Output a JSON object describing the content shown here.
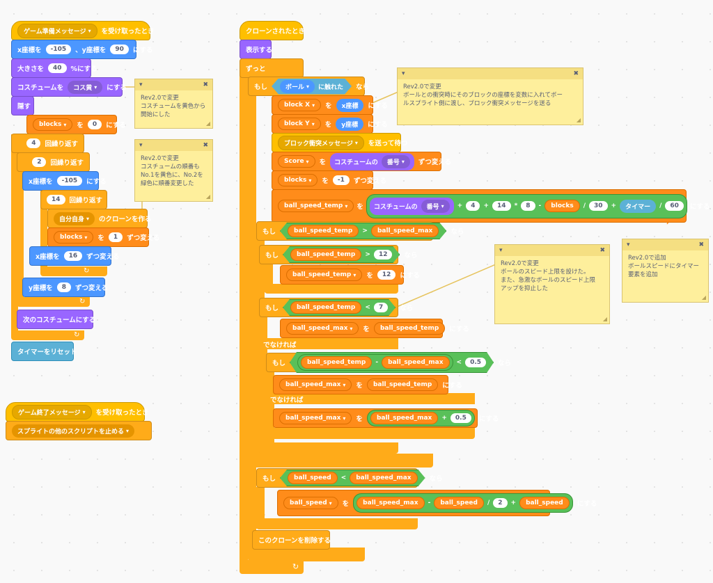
{
  "script_left": {
    "hat_game_ready": {
      "dropdown": "ゲーム準備メッセージ",
      "suffix": "を受け取ったとき"
    },
    "goto_xy": {
      "prefix": "x座標を",
      "x": "-105",
      "mid": "、y座標を",
      "y": "90",
      "suffix": "にする"
    },
    "set_size": {
      "prefix": "大きさを",
      "value": "40",
      "suffix": "%にする"
    },
    "set_costume": {
      "prefix": "コスチュームを",
      "dropdown": "コス黄",
      "suffix": "にする"
    },
    "hide": "隠す",
    "set_blocks": {
      "dropdown": "blocks",
      "mid": "を",
      "value": "0",
      "suffix": "にする"
    },
    "repeat_outer": {
      "value": "4",
      "suffix": "回繰り返す"
    },
    "repeat_mid": {
      "value": "2",
      "suffix": "回繰り返す"
    },
    "set_x": {
      "prefix": "x座標を",
      "value": "-105",
      "suffix": "にする"
    },
    "repeat_inner": {
      "value": "14",
      "suffix": "回繰り返す"
    },
    "create_clone": {
      "dropdown": "自分自身",
      "suffix": "のクローンを作る"
    },
    "change_blocks": {
      "dropdown": "blocks",
      "mid": "を",
      "value": "1",
      "suffix": "ずつ変える"
    },
    "change_x": {
      "prefix": "x座標を",
      "value": "16",
      "suffix": "ずつ変える"
    },
    "change_y": {
      "prefix": "y座標を",
      "value": "8",
      "suffix": "ずつ変える"
    },
    "next_costume": "次のコスチュームにする",
    "reset_timer": "タイマーをリセット",
    "loop_arrow": "↻"
  },
  "script_left2": {
    "hat_game_over": {
      "dropdown": "ゲーム終了メッセージ",
      "suffix": "を受け取ったとき"
    },
    "stop": {
      "dropdown": "スプライトの他のスクリプトを止める"
    }
  },
  "script_right": {
    "hat_clone": "クローンされたとき",
    "show": "表示する",
    "forever": "ずっと",
    "if1": {
      "if": "もし",
      "sensor": "ボール",
      "touching": "に触れた",
      "then": "なら"
    },
    "set_blockx": {
      "dropdown": "block X",
      "mid": "を",
      "reporter": "x座標",
      "suffix": "にする"
    },
    "set_blocky": {
      "dropdown": "block Y",
      "mid": "を",
      "reporter": "y座標",
      "suffix": "にする"
    },
    "broadcast": {
      "dropdown": "ブロック衝突メッセージ",
      "suffix": "を送って待つ"
    },
    "change_score": {
      "dropdown": "Score",
      "mid": "を",
      "costume": "コスチュームの",
      "prop": "番号",
      "suffix": "ずつ変える"
    },
    "change_blocks": {
      "dropdown": "blocks",
      "mid": "を",
      "value": "-1",
      "suffix": "ずつ変える"
    },
    "set_bst": {
      "dropdown": "ball_speed_temp",
      "mid": "を",
      "costume": "コスチュームの",
      "prop": "番号",
      "plus": "+",
      "v4": "4",
      "v14": "14",
      "times": "*",
      "v8": "8",
      "minus": "-",
      "blocks": "blocks",
      "div": "/",
      "v30": "30",
      "timer": "タイマー",
      "v60": "60",
      "suffix": "にする"
    },
    "if2": {
      "if": "もし",
      "a": "ball_speed_temp",
      "op": ">",
      "b": "ball_speed_max",
      "then": "なら"
    },
    "if3": {
      "if": "もし",
      "a": "ball_speed_temp",
      "op": ">",
      "b": "12",
      "then": "なら"
    },
    "set_bst12": {
      "dropdown": "ball_speed_temp",
      "mid": "を",
      "value": "12",
      "suffix": "にする"
    },
    "if4": {
      "if": "もし",
      "a": "ball_speed_temp",
      "op": "<",
      "b": "7",
      "then": "なら"
    },
    "set_bsmax": {
      "dropdown": "ball_speed_max",
      "mid": "を",
      "reporter": "ball_speed_temp",
      "suffix": "にする"
    },
    "else1": "でなければ",
    "if5": {
      "if": "もし",
      "a": "ball_speed_temp",
      "minus": "-",
      "b": "ball_speed_max",
      "op": "<",
      "c": "0.5",
      "then": "なら"
    },
    "set_bsmax2": {
      "dropdown": "ball_speed_max",
      "mid": "を",
      "reporter": "ball_speed_temp",
      "suffix": "にする"
    },
    "else2": "でなければ",
    "set_bsmax3": {
      "dropdown": "ball_speed_max",
      "mid": "を",
      "reporter": "ball_speed_max",
      "plus": "+",
      "value": "0.5",
      "suffix": "にする"
    },
    "if6": {
      "if": "もし",
      "a": "ball_speed",
      "op": "<",
      "b": "ball_speed_max",
      "then": "なら"
    },
    "set_bs": {
      "dropdown": "ball_speed",
      "mid": "を",
      "a": "ball_speed_max",
      "minus": "-",
      "b": "ball_speed",
      "div": "/",
      "two": "2",
      "plus": "+",
      "c": "ball_speed",
      "suffix": "にする"
    },
    "delete_clone": "このクローンを削除する",
    "loop_arrow": "↻"
  },
  "notes": [
    {
      "header_arrow": "▾",
      "close": "✖",
      "text": "Rev2.0で変更\nコスチュームを黄色から\n開始にした"
    },
    {
      "header_arrow": "▾",
      "close": "✖",
      "text": "Rev2.0で変更\nコスチュームの順番も\nNo.1を黄色に、No.2を\n緑色に順番変更した"
    },
    {
      "header_arrow": "▾",
      "close": "✖",
      "text": "Rev2.0で変更\nボールとの衝突時にそのブロックの座標を変数に入れてボー\nルスプライト側に渡し、ブロック衝突メッセージを送る"
    },
    {
      "header_arrow": "▾",
      "close": "✖",
      "text": "Rev2.0で変更\nボールのスピード上限を設けた。\nまた、急激なボールのスピード上限\nアップを抑止した"
    },
    {
      "header_arrow": "▾",
      "close": "✖",
      "text": "Rev2.0で追加\nボールスピードにタイマー\n要素を追加"
    }
  ],
  "colors": {
    "events": "#ffbf00",
    "control": "#ffab19",
    "motion": "#4c97ff",
    "looks": "#9966ff",
    "variables": "#ff8c1a",
    "operators": "#59c059",
    "sensing": "#5cb1d6",
    "note": "#feef9c"
  }
}
